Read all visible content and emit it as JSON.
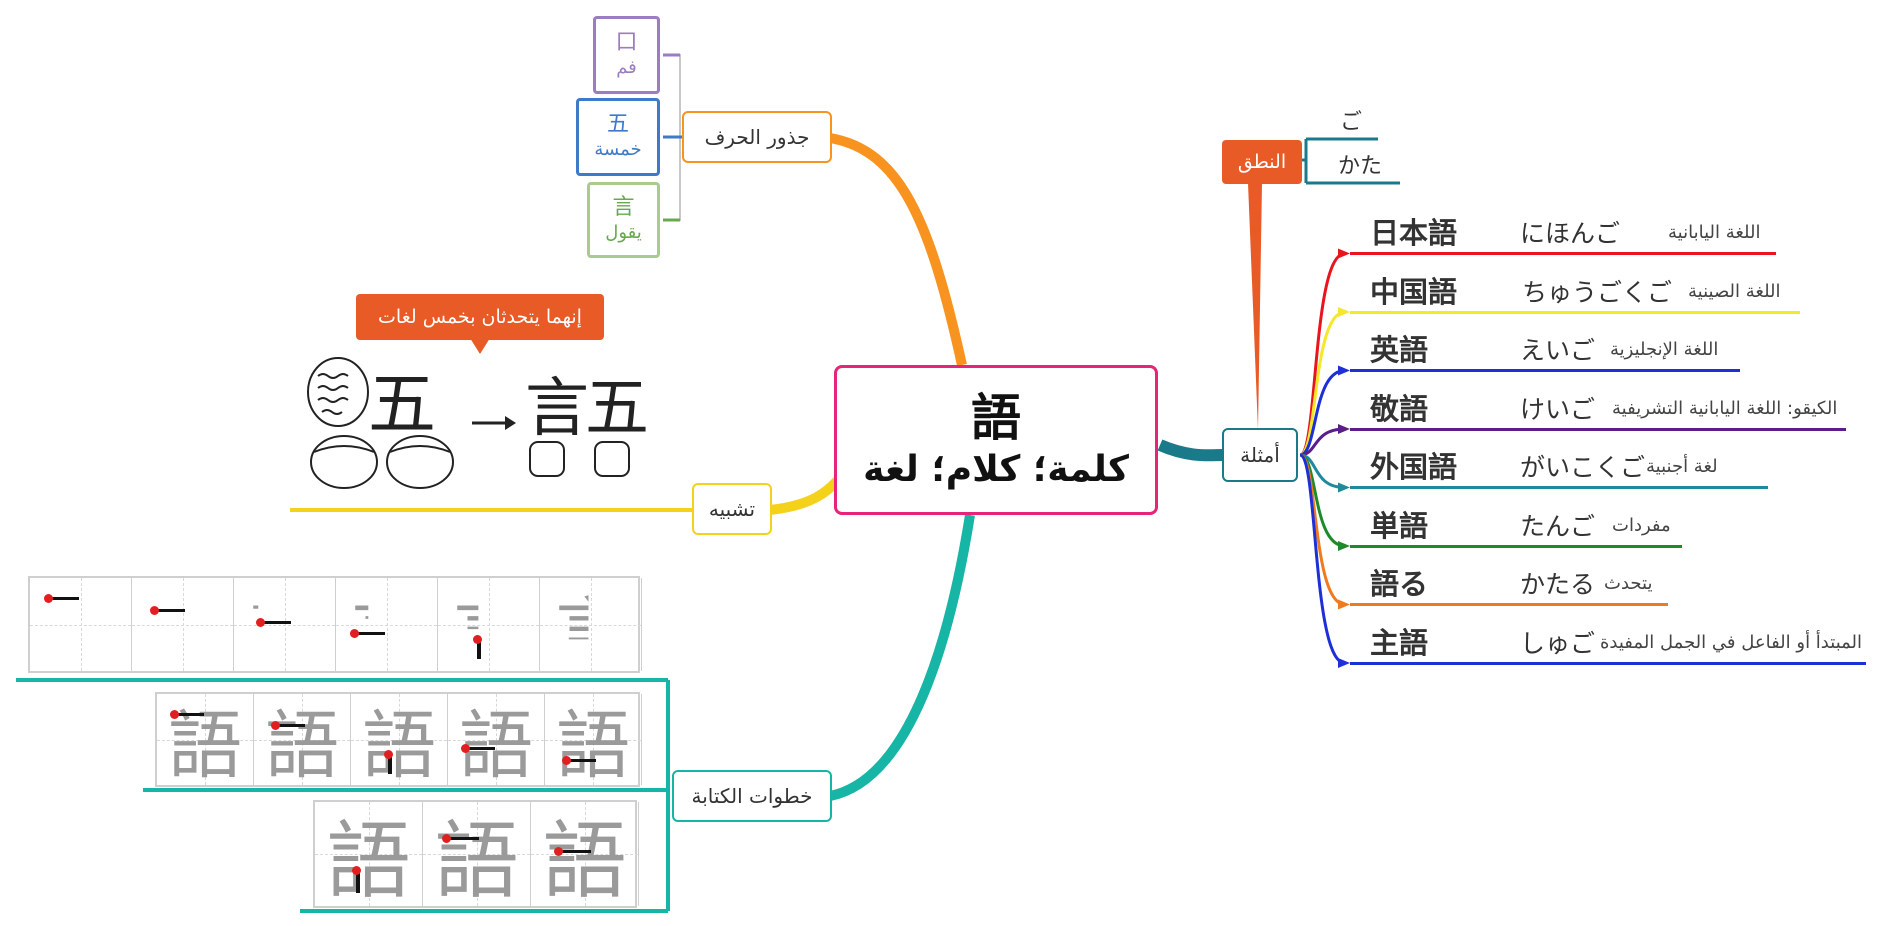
{
  "central": {
    "kanji": "語",
    "meaning": "كلمة؛ كلام؛ لغة"
  },
  "branches": {
    "radicals": {
      "label": "جذور الحرف",
      "items": [
        {
          "kanji": "口",
          "meaning": "فم",
          "color": "#9b7ec0"
        },
        {
          "kanji": "五",
          "meaning": "خمسة",
          "color": "#3d7bc9"
        },
        {
          "kanji": "言",
          "meaning": "يقول",
          "color": "#6aa84f"
        }
      ]
    },
    "mnemonic": {
      "label": "تشبيه",
      "callout": "إنهما يتحدثان بخمس لغات"
    },
    "stroke_order": {
      "label": "خطوات الكتابة",
      "stroke_glyph": "語"
    },
    "examples": {
      "label": "أمثلة",
      "reading_label": "النطق",
      "readings": [
        "ご",
        "かた"
      ],
      "items": [
        {
          "word": "日本語",
          "reading": "にほんご",
          "meaning": "اللغة اليابانية",
          "color": "#e8141e"
        },
        {
          "word": "中国語",
          "reading": "ちゅうごくご",
          "meaning": "اللغة الصينية",
          "color": "#f5e82a"
        },
        {
          "word": "英語",
          "reading": "えいご",
          "meaning": "اللغة الإنجليزية",
          "color": "#1d2fd6"
        },
        {
          "word": "敬語",
          "reading": "けいご",
          "meaning": "الكيقو: اللغة اليابانية التشريفية",
          "color": "#5a1d8a"
        },
        {
          "word": "外国語",
          "reading": "がいこくご",
          "meaning": "لغة أجنبية",
          "color": "#1f8a9a"
        },
        {
          "word": "単語",
          "reading": "たんご",
          "meaning": "مفردات",
          "color": "#1f8a2a"
        },
        {
          "word": "語る",
          "reading": "かたる",
          "meaning": "يتحدث",
          "color": "#f07a1e"
        },
        {
          "word": "主語",
          "reading": "しゅご",
          "meaning": "المبتدأ أو الفاعل في الجمل المفيدة",
          "color": "#1d2fd6"
        }
      ]
    }
  },
  "colors": {
    "central_border": "#e5247a",
    "radicals_branch": "#f7931e",
    "mnemonic_branch": "#f5d21a",
    "stroke_branch": "#16b5a5",
    "examples_branch": "#1b7a8a",
    "callout": "#e85a26"
  }
}
